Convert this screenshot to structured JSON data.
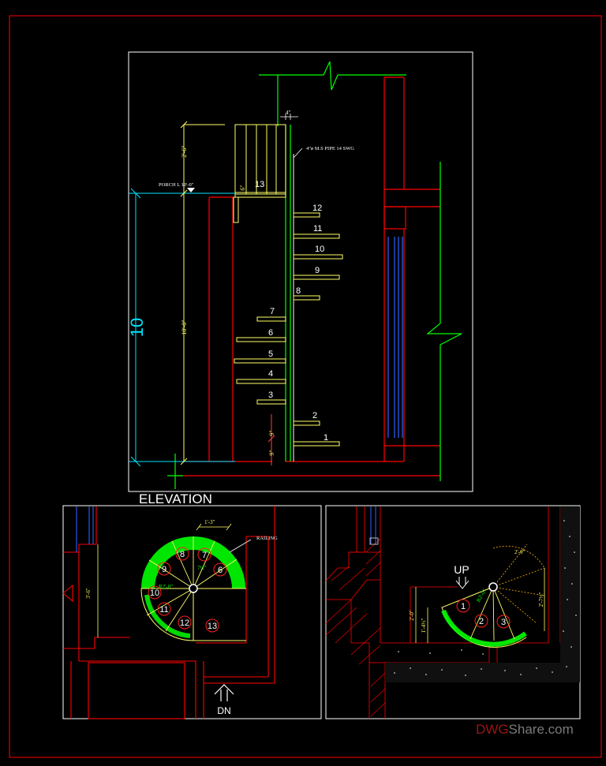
{
  "elevation": {
    "title": "ELEVATION",
    "pipe_note": "4\"ø M.S PIPE 14 SWG",
    "porch_label": "PORCH L 10'-0\"",
    "top_dim": "4\"",
    "height_big": "10",
    "dim_total": "10'-0\"",
    "dim_rail": "2'-6\"",
    "dim_six": "6\"",
    "dim_nine_a": "9\"",
    "dim_nine_b": "9\"",
    "step_numbers": [
      "1",
      "2",
      "3",
      "4",
      "5",
      "6",
      "7",
      "8",
      "9",
      "10",
      "11",
      "12",
      "13"
    ]
  },
  "plan_upper": {
    "railing_label": "RAILING",
    "dim_top": "1'-3\"",
    "dim_side": "3'-6\"",
    "radius_label": "R2'-0\"",
    "tread_dim": "7½\"",
    "down_label": "DN",
    "step_numbers": [
      "6",
      "7",
      "8",
      "9",
      "10",
      "11",
      "12",
      "13"
    ]
  },
  "plan_lower": {
    "up_label": "UP",
    "dim_top": "2'-0\"",
    "dim_right": "2'-7½\"",
    "dim_left_a": "2'-0\"",
    "dim_left_b": "1'-4½\"",
    "radius_label": "R2'-0\"",
    "step_numbers": [
      "1",
      "2",
      "3"
    ]
  },
  "watermark": {
    "part1": "DWG",
    "part2": "Share.com"
  },
  "colors": {
    "red": "#ff0000",
    "green": "#00ff00",
    "yellow": "#ffff66",
    "cyan": "#00e5ff",
    "white": "#ffffff",
    "blue": "#3060ff"
  }
}
